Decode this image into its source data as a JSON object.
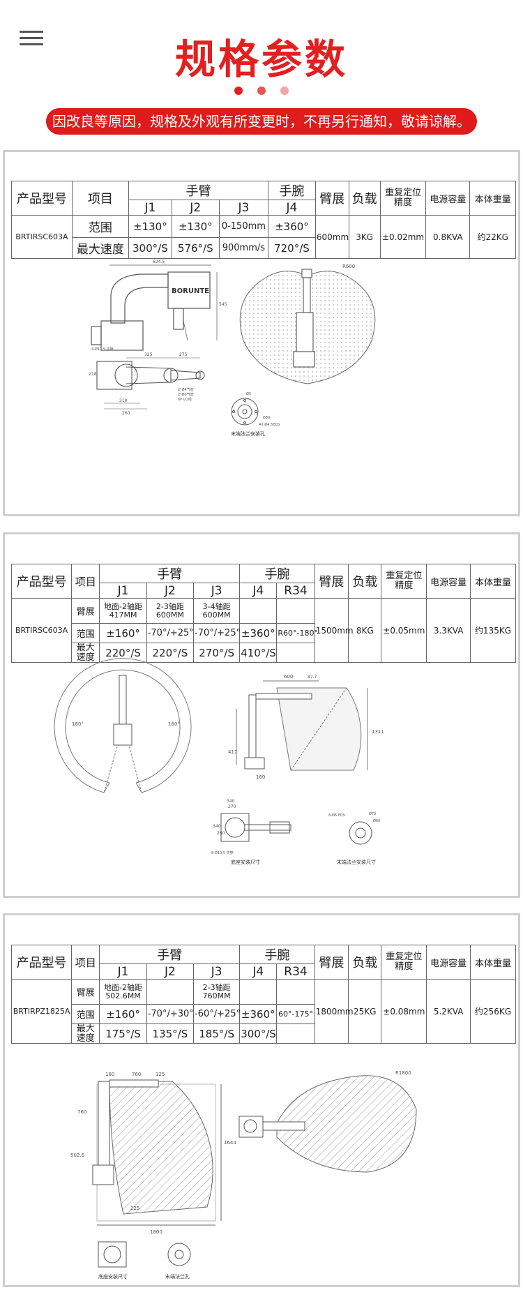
{
  "page": {
    "title": "规格参数",
    "notice": "因改良等原因，规格及外观有所变更时，不再另行通知，敬请谅解。",
    "dot_colors": [
      "#e31f1f",
      "#e85555",
      "#f2a5a5"
    ]
  },
  "header": {
    "model": "产品型号",
    "item": "项目",
    "arm": "手臂",
    "wrist": "手腕",
    "reach": "臂展",
    "load": "负载",
    "repeat": "重复定位精度",
    "power": "电源容量",
    "weight": "本体重量"
  },
  "product1": {
    "model": "BRTIRSC603A",
    "axes": [
      "J1",
      "J2",
      "J3",
      "J4"
    ],
    "row_labels": [
      "范围",
      "最大速度"
    ],
    "range": [
      "±130°",
      "±130°",
      "0-150mm",
      "±360°"
    ],
    "speed": [
      "300°/S",
      "576°/S",
      "900mm/s",
      "720°/S"
    ],
    "reach": "600mm",
    "load": "3KG",
    "repeat": "±0.02mm",
    "power": "0.8KVA",
    "weight": "约22KG",
    "drawing": {
      "brand": "BORUNTE",
      "dims": [
        "624.5",
        "545",
        "325",
        "275",
        "218",
        "210",
        "260",
        "4-Ø11.5 贯穿",
        "R600",
        "Ø5",
        "Ø30",
        "4X Ø4.5EQS"
      ],
      "notes": [
        "2\"Ø4气管",
        "2\"Ø6气管",
        "6P I/O线"
      ],
      "caption": "末端法兰安装孔"
    }
  },
  "product2": {
    "model": "BRTIRSC603A",
    "axes": [
      "J1",
      "J2",
      "J3",
      "J4",
      "R34"
    ],
    "row_labels": [
      "臂展",
      "范围",
      "最大速度"
    ],
    "arm_length": [
      "地面-2轴距417MM",
      "2-3轴距600MM",
      "3-4轴距600MM"
    ],
    "range": [
      "±160°",
      "-70°/+25°",
      "-70°/+25°",
      "±360°",
      "R60°-180°"
    ],
    "speed": [
      "220°/S",
      "220°/S",
      "270°/S",
      "410°/S"
    ],
    "reach": "1500mm",
    "load": "8KG",
    "repeat": "±0.05mm",
    "power": "3.3KVA",
    "weight": "约135KG",
    "drawing": {
      "dims": [
        "160°",
        "160°",
        "600",
        "87.7",
        "417",
        "1311",
        "160",
        "340",
        "270",
        "340",
        "260",
        "8-Ø13.5 贯穿",
        "8-Ø6 EQS",
        "Ø70",
        "Ø60"
      ],
      "captions": [
        "底座安装尺寸",
        "末端法兰安装尺寸"
      ]
    }
  },
  "product3": {
    "model": "BRTIRPZ1825A",
    "axes": [
      "J1",
      "J2",
      "J3",
      "J4",
      "R34"
    ],
    "row_labels": [
      "臂展",
      "范围",
      "最大速度"
    ],
    "arm_length": [
      "地面-2轴距502.6MM",
      "",
      "2-3轴距760MM"
    ],
    "range": [
      "±160°",
      "-70°/+30°",
      "-60°/+25°",
      "±360°",
      "60°-175°"
    ],
    "speed": [
      "175°/S",
      "135°/S",
      "185°/S",
      "300°/S"
    ],
    "reach": "1800mm",
    "load": "25KG",
    "repeat": "±0.08mm",
    "power": "5.2KVA",
    "weight": "约256KG",
    "drawing": {
      "dims": [
        "180",
        "760",
        "125",
        "760",
        "502.6",
        "1644",
        "225",
        "1800",
        "R1800"
      ],
      "captions": [
        "底座安装尺寸",
        "末端法兰孔"
      ]
    }
  }
}
